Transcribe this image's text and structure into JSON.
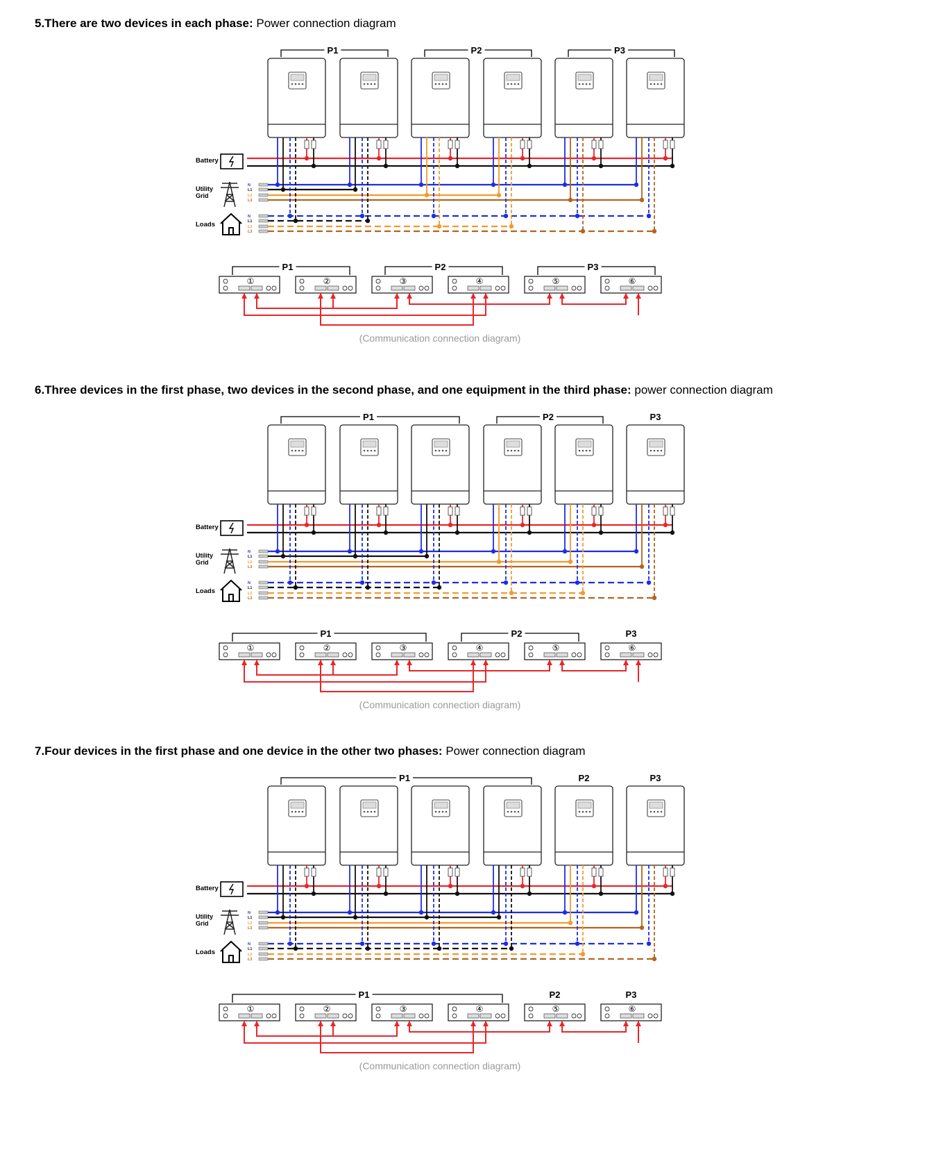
{
  "labels": {
    "battery": "Battery",
    "utility_line1": "Utility",
    "utility_line2": "Grid",
    "loads": "Loads",
    "caption": "(Communication connection diagram)",
    "terminals": [
      "N",
      "L1",
      "L2",
      "L3"
    ]
  },
  "colors": {
    "battery_positive": "#e8262a",
    "battery_negative": "#111111",
    "neutral": "#1f2de0",
    "l1": "#111111",
    "l2": "#f29a2e",
    "l3": "#b3641f",
    "comm_cable": "#e8262a",
    "caption": "#9a9a9a"
  },
  "sections": [
    {
      "id": "section-5",
      "title_bold": "5.There are two devices in each phase:",
      "title_rest": " Power connection diagram",
      "phase_groups": [
        {
          "label": "P1",
          "devices": [
            1,
            2
          ]
        },
        {
          "label": "P2",
          "devices": [
            3,
            4
          ]
        },
        {
          "label": "P3",
          "devices": [
            5,
            6
          ]
        }
      ],
      "comm_devices": [
        "①",
        "②",
        "③",
        "④",
        "⑤",
        "⑥"
      ]
    },
    {
      "id": "section-6",
      "title_bold": "6.Three devices in the first phase, two devices in the second phase, and one equipment in the third phase:",
      "title_rest": " power connection diagram",
      "phase_groups": [
        {
          "label": "P1",
          "devices": [
            1,
            2,
            3
          ]
        },
        {
          "label": "P2",
          "devices": [
            4,
            5
          ]
        },
        {
          "label": "P3",
          "devices": [
            6
          ]
        }
      ],
      "comm_devices": [
        "①",
        "②",
        "③",
        "④",
        "⑤",
        "⑥"
      ]
    },
    {
      "id": "section-7",
      "title_bold": "7.Four devices in the first phase and one device in the other two phases:",
      "title_rest": " Power connection diagram",
      "phase_groups": [
        {
          "label": "P1",
          "devices": [
            1,
            2,
            3,
            4
          ]
        },
        {
          "label": "P2",
          "devices": [
            5
          ]
        },
        {
          "label": "P3",
          "devices": [
            6
          ]
        }
      ],
      "comm_devices": [
        "①",
        "②",
        "③",
        "④",
        "⑤",
        "⑥"
      ]
    }
  ]
}
